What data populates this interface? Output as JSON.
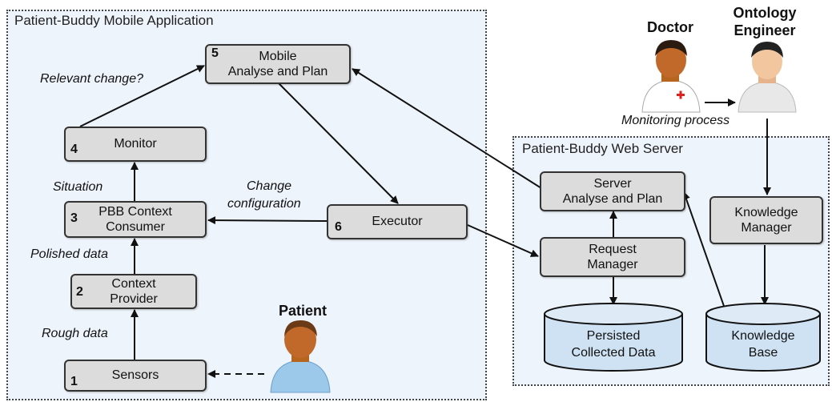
{
  "regions": {
    "mobile": "Patient-Buddy Mobile Application",
    "web": "Patient-Buddy Web Server"
  },
  "components": {
    "mape_plan": {
      "num": "5",
      "line1": "Mobile",
      "line2": "Analyse and Plan"
    },
    "monitor": {
      "num": "4",
      "label": "Monitor"
    },
    "consumer": {
      "num": "3",
      "line1": "PBB Context",
      "line2": "Consumer"
    },
    "provider": {
      "num": "2",
      "line1": "Context",
      "line2": "Provider"
    },
    "sensors": {
      "num": "1",
      "label": "Sensors"
    },
    "executor": {
      "num": "6",
      "label": "Executor"
    },
    "server_plan": {
      "line1": "Server",
      "line2": "Analyse and Plan"
    },
    "request_manager": {
      "line1": "Request",
      "line2": "Manager"
    },
    "knowledge_manager": {
      "line1": "Knowledge",
      "line2": "Manager"
    },
    "persisted_data": {
      "line1": "Persisted",
      "line2": "Collected Data"
    },
    "knowledge_base": {
      "line1": "Knowledge",
      "line2": "Base"
    }
  },
  "edge_labels": {
    "relevant_change": "Relevant change?",
    "situation": "Situation",
    "polished_data": "Polished data",
    "rough_data": "Rough data",
    "change_config_1": "Change",
    "change_config_2": "configuration",
    "monitoring_process": "Monitoring process"
  },
  "actors": {
    "doctor": "Doctor",
    "ontology_engineer_1": "Ontology",
    "ontology_engineer_2": "Engineer",
    "patient": "Patient"
  }
}
